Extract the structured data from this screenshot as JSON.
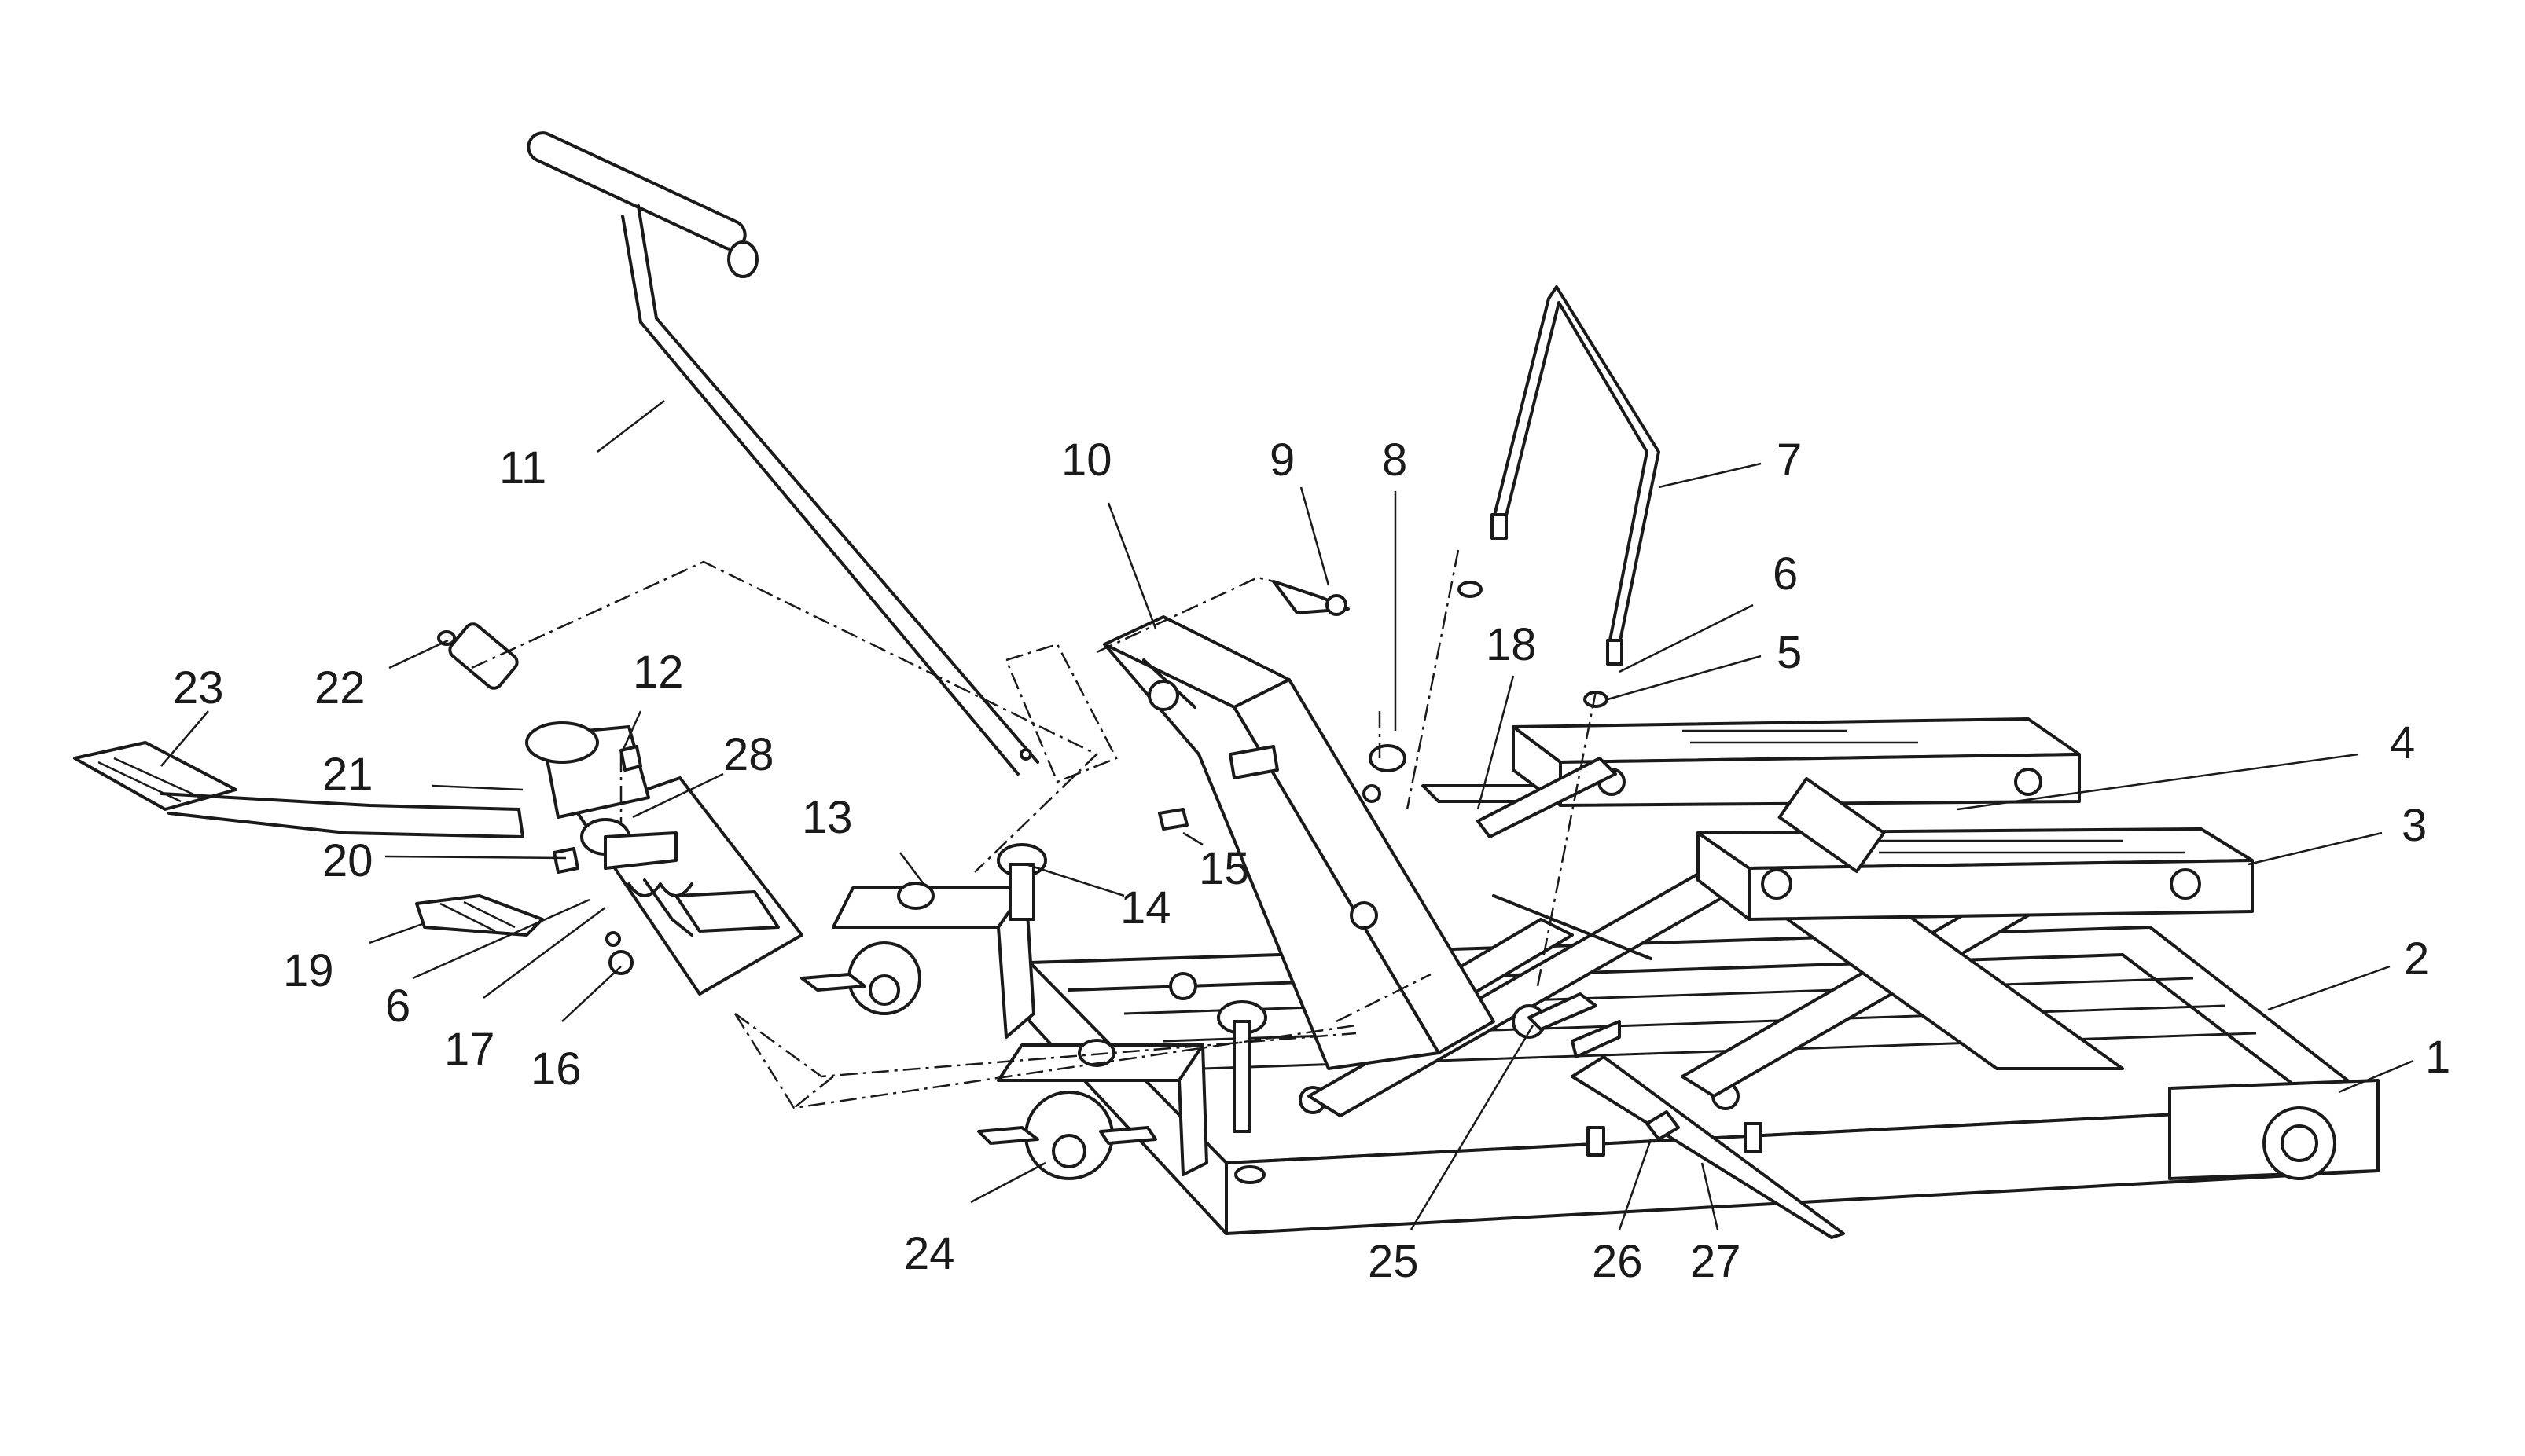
{
  "callouts": [
    "1",
    "2",
    "3",
    "4",
    "5",
    "6",
    "7",
    "8",
    "9",
    "10",
    "11",
    "12",
    "13",
    "14",
    "15",
    "16",
    "17",
    "18",
    "19",
    "20",
    "21",
    "22",
    "23",
    "24",
    "25",
    "26",
    "27",
    "28",
    "6"
  ]
}
